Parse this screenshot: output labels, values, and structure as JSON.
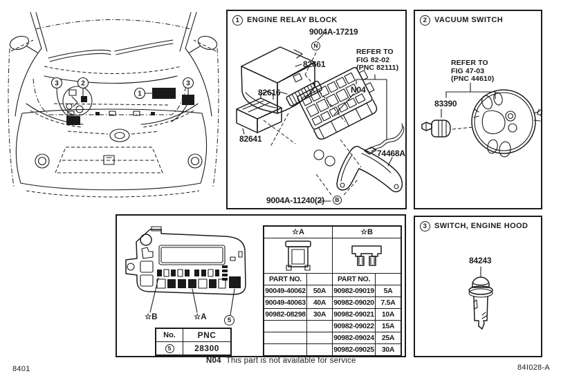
{
  "page": {
    "fig_number_left": "8401",
    "fig_code_right": "84I028-A",
    "note": {
      "code": "N04",
      "text": "This part is not available for service"
    }
  },
  "car": {
    "callout_hood_switch_left": "3",
    "callout_vacuum_switch": "2",
    "callout_relay_block": "1",
    "callout_hood_switch_right": "3"
  },
  "relay_block": {
    "number": "1",
    "title": "ENGINE RELAY BLOCK",
    "bolt_top": "9004A-17219",
    "bolt_top_marker": "N",
    "cover": "82661",
    "fuse": "82616",
    "relay": "82641",
    "block_code": "N04",
    "refer": "REFER TO\nFIG 82-02\n(PNC 82111)",
    "bracket": "74468A",
    "bolt_bottom": "9004A-11240(2)",
    "bolt_bottom_marker": "B"
  },
  "vacuum_switch": {
    "number": "2",
    "title": "VACUUM SWITCH",
    "refer": "REFER TO\nFIG 47-03\n(PNC 44610)",
    "part": "83390"
  },
  "hood_switch": {
    "number": "3",
    "title": "SWITCH, ENGINE HOOD",
    "part": "84243"
  },
  "fuse_panel": {
    "callout_b": "☆B",
    "callout_a": "☆A",
    "callout_no": "5",
    "pnc_table": {
      "col_no": "No.",
      "col_pnc": "PNC",
      "row_no": "5",
      "row_pnc": "28300"
    },
    "fuse_table": {
      "a": {
        "header": "☆A",
        "part_header": "PART NO.",
        "rows": [
          [
            "90049-40062",
            "50A"
          ],
          [
            "90049-40063",
            "40A"
          ],
          [
            "90982-08298",
            "30A"
          ],
          [
            "",
            ""
          ],
          [
            "",
            ""
          ],
          [
            "",
            ""
          ]
        ]
      },
      "b": {
        "header": "☆B",
        "part_header": "PART NO.",
        "rows": [
          [
            "90982-09019",
            "5A"
          ],
          [
            "90982-09020",
            "7.5A"
          ],
          [
            "90982-09021",
            "10A"
          ],
          [
            "90982-09022",
            "15A"
          ],
          [
            "90982-09024",
            "25A"
          ],
          [
            "90982-09025",
            "30A"
          ]
        ]
      }
    }
  }
}
